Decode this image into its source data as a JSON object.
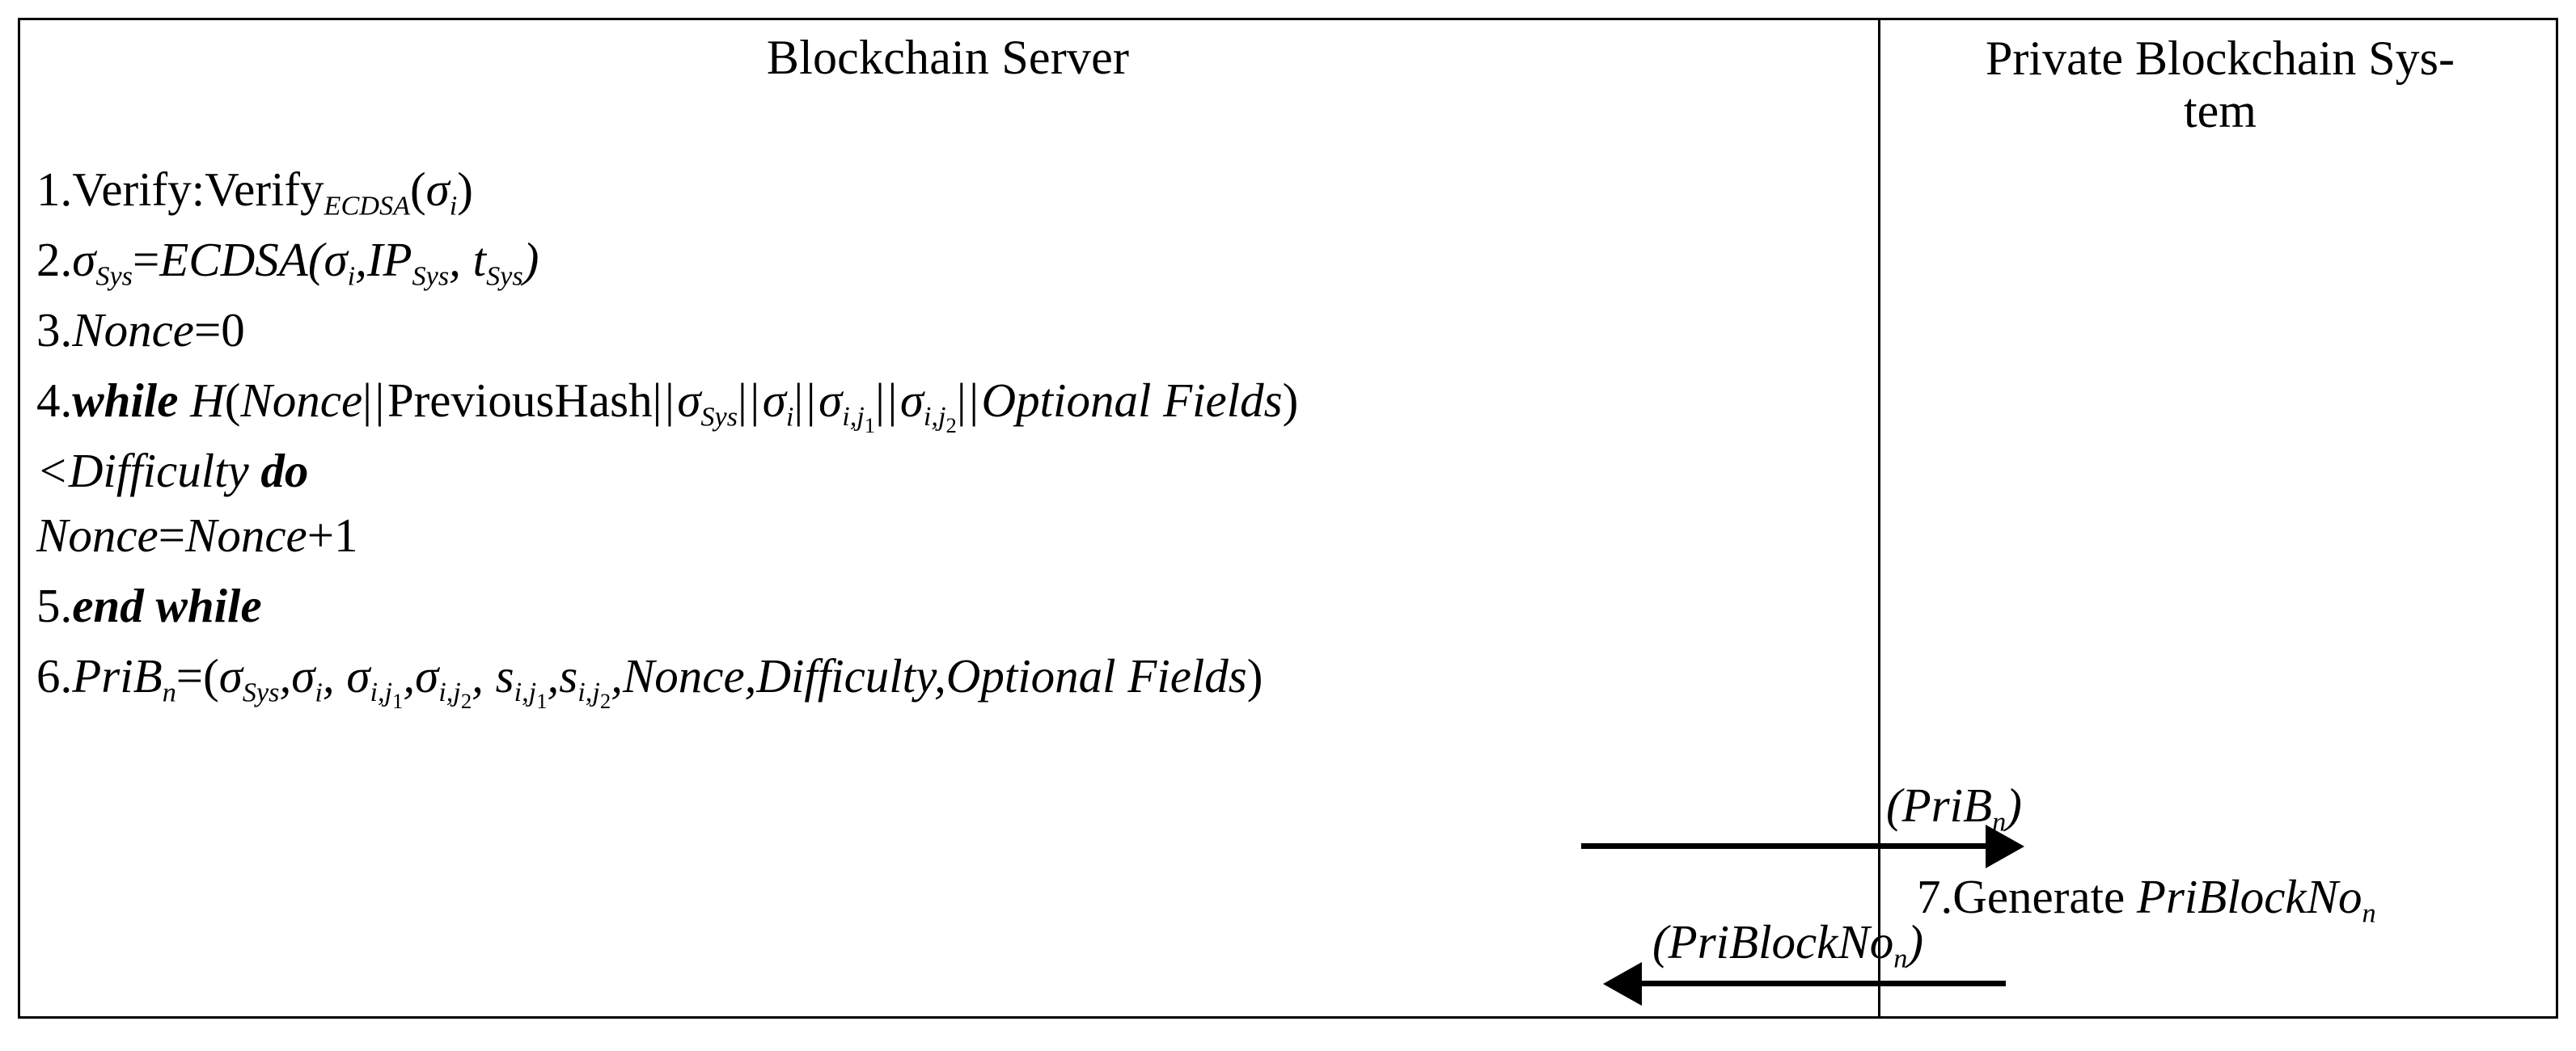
{
  "diagram": {
    "type": "protocol-sequence-diagram",
    "lanes": [
      {
        "id": "blockchain-server",
        "title": "Blockchain Server"
      },
      {
        "id": "private-blockchain-system",
        "title_line1": "Private Blockchain Sys-",
        "title_line2": "tem"
      }
    ],
    "colors": {
      "border": "#000000",
      "text": "#000000",
      "background": "#ffffff"
    }
  },
  "steps": {
    "s1": {
      "number": "1.",
      "keyword": "Verify:",
      "fn": "Verify",
      "fn_sub": "ECDSA",
      "open": "(",
      "arg": "σ",
      "arg_sub": "i",
      "close": ")"
    },
    "s2": {
      "number": "2.",
      "lhs": "σ",
      "lhs_sub": "Sys",
      "eq": "=",
      "fn": "ECDSA",
      "open": "(",
      "a1": "σ",
      "a1_sub": "i",
      "c1": ",",
      "a2": "IP",
      "a2_sub": "Sys",
      "c2": ", ",
      "a3": "t",
      "a3_sub": "Sys",
      "close": ")"
    },
    "s3": {
      "number": "3.",
      "var": "Nonce",
      "eq": "=",
      "value": "0"
    },
    "s4": {
      "number": "4.",
      "keyword": "while",
      "hash": "H",
      "open": "(",
      "t1": "Nonce",
      "sep": "||",
      "t2": "PreviousHash",
      "t3": "σ",
      "t3_sub": "Sys",
      "t4": "σ",
      "t4_sub": "i",
      "t5": "σ",
      "t5_sub_a": "i,j",
      "t5_sub_b": "1",
      "t6": "σ",
      "t6_sub_a": "i,j",
      "t6_sub_b": "2",
      "t7": "Optional Fields",
      "close": ")",
      "cond_lt": "<",
      "cond_var": "Difficulty",
      "cond_do": "do",
      "body_lhs": "Nonce",
      "body_eq": "=",
      "body_rhs": "Nonce",
      "body_plus": "+1"
    },
    "s5": {
      "number": "5.",
      "keyword": "end while"
    },
    "s6": {
      "number": "6.",
      "lhs": "PriB",
      "lhs_sub": "n",
      "eq": "=",
      "open": "(",
      "f1": "σ",
      "f1_sub": "Sys",
      "f2": "σ",
      "f2_sub": "i",
      "f3": "σ",
      "f3_sub_a": "i,j",
      "f3_sub_b": "1",
      "f4": "σ",
      "f4_sub_a": "i,j",
      "f4_sub_b": "2",
      "f5": "s",
      "f5_sub_a": "i,j",
      "f5_sub_b": "1",
      "f6": "s",
      "f6_sub_a": "i,j",
      "f6_sub_b": "2",
      "f7": "Nonce",
      "f8": "Difficulty",
      "f9": "Optional Fields",
      "comma": ",",
      "close": ")"
    },
    "s7": {
      "number": "7.",
      "verb": "Generate",
      "object": "PriBlockNo",
      "object_sub": "n"
    }
  },
  "messages": {
    "forward": {
      "direction": "right",
      "label_open": "(",
      "label_name": "PriB",
      "label_sub": "n",
      "label_close": ")"
    },
    "backward": {
      "direction": "left",
      "label_open": "(",
      "label_name": "PriBlockNo",
      "label_sub": "n",
      "label_close": ")"
    }
  }
}
